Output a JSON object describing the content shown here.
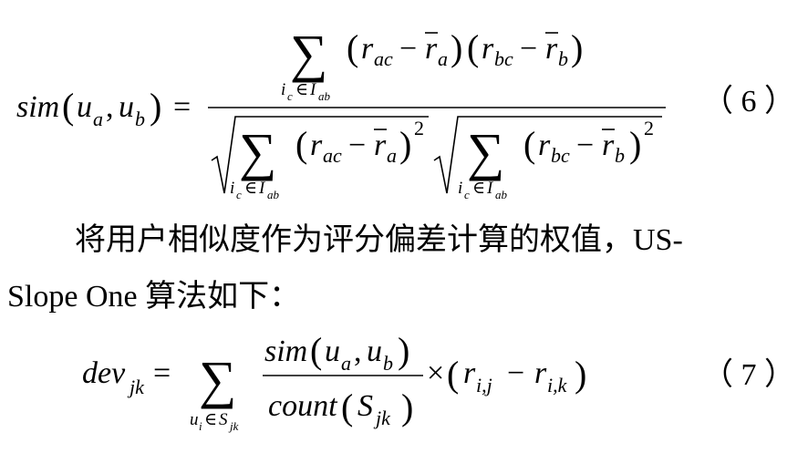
{
  "paragraph": {
    "line1": "将用户相似度作为评分偏差计算的权值，US-",
    "line2": "Slope One 算法如下："
  },
  "equations": [
    {
      "number": "（ 6 ）"
    },
    {
      "number": "（ 7 ）"
    }
  ]
}
